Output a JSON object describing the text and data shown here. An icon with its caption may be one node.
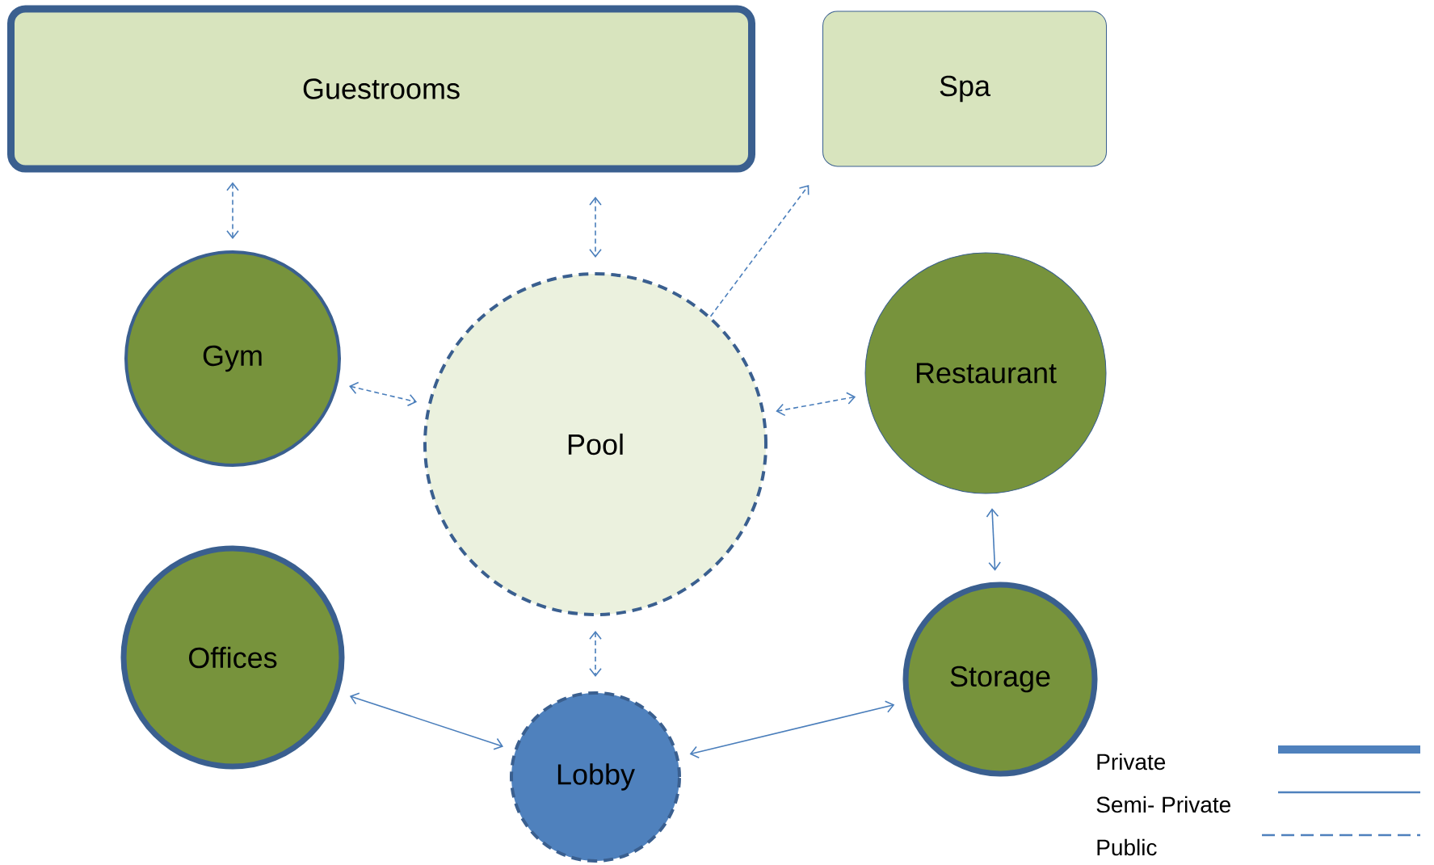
{
  "diagram": {
    "nodes": [
      {
        "text": [
          "Guestrooms"
        ]
      },
      {
        "text": [
          "Spa"
        ]
      },
      {
        "text": [
          "Gym"
        ]
      },
      {
        "text": [
          "Pool"
        ]
      },
      {
        "text": [
          "Restaurant"
        ]
      },
      {
        "text": [
          "Offices"
        ]
      },
      {
        "text": [
          "Storage"
        ]
      },
      {
        "text": [
          "Lobby"
        ]
      }
    ],
    "edges": [
      {
        "from": 0,
        "to": 2,
        "arrow": "both",
        "style": "dashed"
      },
      {
        "from": 0,
        "to": 3,
        "arrow": "both",
        "style": "dashed"
      },
      {
        "from": 3,
        "to": 1,
        "arrow": "to",
        "style": "dashed"
      },
      {
        "from": 2,
        "to": 3,
        "arrow": "both",
        "style": "dashed"
      },
      {
        "from": 3,
        "to": 4,
        "arrow": "both",
        "style": "dashed"
      },
      {
        "from": 4,
        "to": 6,
        "arrow": "both"
      },
      {
        "from": 3,
        "to": 7,
        "arrow": "both",
        "style": "dashed"
      },
      {
        "from": 5,
        "to": 7,
        "arrow": "both"
      },
      {
        "from": 7,
        "to": 6,
        "arrow": "both"
      }
    ],
    "legend": [
      {
        "text": "Private"
      },
      {
        "text": "Semi- Private"
      },
      {
        "text": "Public"
      }
    ]
  }
}
